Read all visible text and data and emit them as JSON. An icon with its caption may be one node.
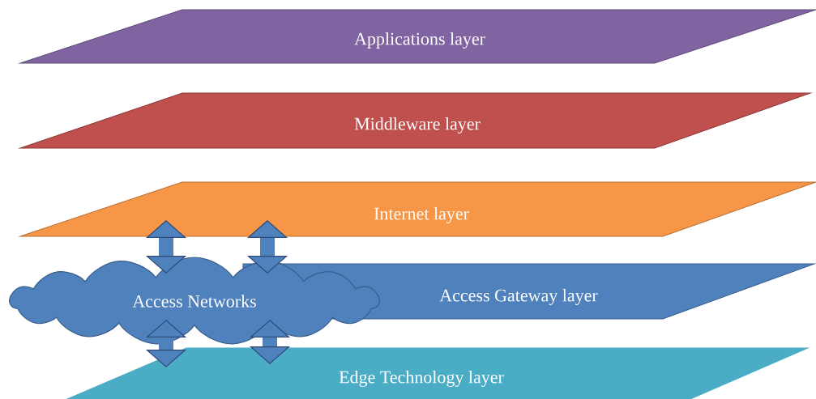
{
  "diagram": {
    "nodes": [
      {
        "text": [
          "Applications layer"
        ]
      },
      {
        "text": [
          "Middleware layer"
        ]
      },
      {
        "text": [
          "Internet layer"
        ]
      },
      {
        "text": [
          "Access Gateway layer"
        ]
      },
      {
        "text": [
          "Access Networks"
        ]
      },
      {
        "text": [
          "Edge Technology layer"
        ]
      }
    ],
    "edges": [
      {
        "from": 4,
        "to": 2,
        "arrow": "both"
      },
      {
        "from": 4,
        "to": 2,
        "arrow": "both"
      },
      {
        "from": 4,
        "to": 5,
        "arrow": "both"
      },
      {
        "from": 4,
        "to": 5,
        "arrow": "both"
      }
    ]
  }
}
